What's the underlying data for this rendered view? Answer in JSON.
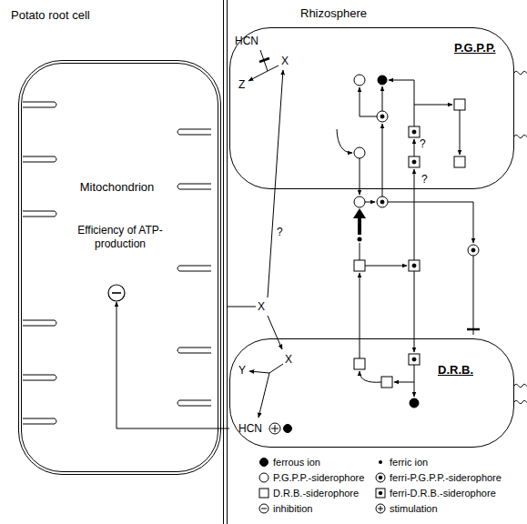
{
  "diagram": {
    "nodes": [
      {
        "text": [
          "Mitochondrion",
          "Efficiency of ATP-production"
        ]
      },
      {
        "text": [
          "P.G.P.P."
        ]
      },
      {
        "text": [
          "D.R.B."
        ]
      }
    ],
    "edges": [
      {
        "from": 2,
        "to": 0,
        "arrow": "to"
      }
    ],
    "labels": [
      "Potato root cell",
      "Rhizosphere",
      "HCN",
      "X",
      "Z",
      "?",
      "?",
      "?",
      "X",
      "X",
      "Y",
      "HCN"
    ],
    "legend": [
      {
        "text": "ferrous ion"
      },
      {
        "text": "ferric ion"
      },
      {
        "text": "P.G.P.P.-siderophore"
      },
      {
        "text": "ferri-P.G.P.P.-siderophore"
      },
      {
        "text": "D.R.B.-siderophore"
      },
      {
        "text": "ferri-D.R.B.-siderophore"
      },
      {
        "text": "inhibition"
      },
      {
        "text": "stimulation"
      }
    ]
  }
}
